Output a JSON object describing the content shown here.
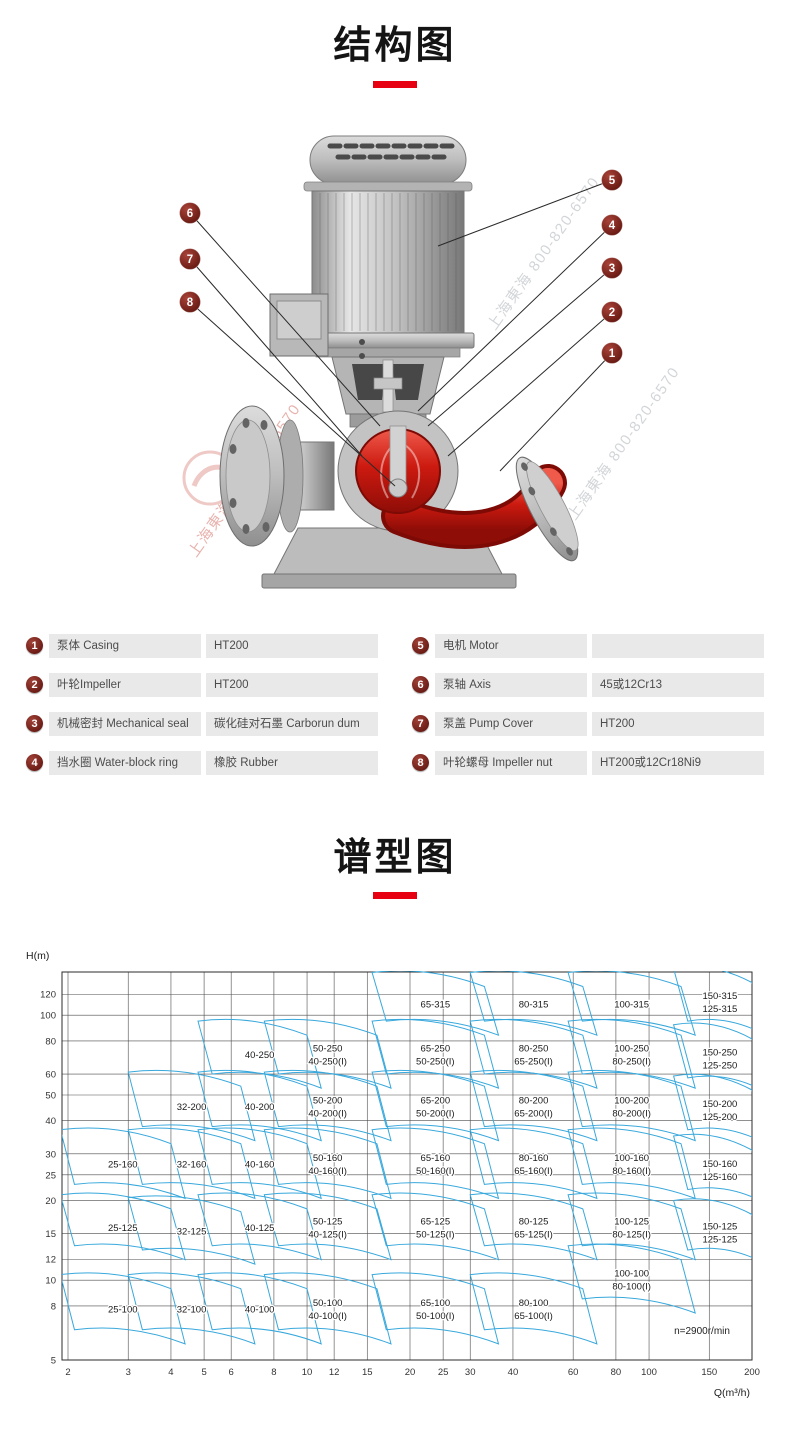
{
  "colors": {
    "accent_red": "#e60012",
    "chart_region_line": "#38a8dc",
    "pump_red": "#cc1a10",
    "badge_maroon": "#6b1610",
    "table_cell_bg": "#e9e9e9"
  },
  "structure_section": {
    "title": "结构图",
    "watermark": "上海東海 800-820-6570",
    "callouts": [
      "1",
      "2",
      "3",
      "4",
      "5",
      "6",
      "7",
      "8"
    ],
    "parts_left": [
      {
        "num": "1",
        "label": "泵体 Casing",
        "value": "HT200"
      },
      {
        "num": "2",
        "label": "叶轮Impeller",
        "value": "HT200"
      },
      {
        "num": "3",
        "label": "机械密封 Mechanical seal",
        "value": "碳化硅对石墨 Carborun dum"
      },
      {
        "num": "4",
        "label": "挡水圈 Water-block ring",
        "value": "橡胶 Rubber"
      }
    ],
    "parts_right": [
      {
        "num": "5",
        "label": "电机 Motor",
        "value": ""
      },
      {
        "num": "6",
        "label": "泵轴 Axis",
        "value": "45或12Cr13"
      },
      {
        "num": "7",
        "label": "泵盖 Pump Cover",
        "value": "HT200"
      },
      {
        "num": "8",
        "label": "叶轮螺母 Impeller nut",
        "value": "HT200或12Cr18Ni9"
      }
    ]
  },
  "chart_section": {
    "title": "谱型图"
  },
  "chart_data": {
    "type": "region-map pump family H-Q selection chart",
    "title": "谱型图",
    "xlabel": "Q(m³/h)",
    "ylabel": "H(m)",
    "x_scale": "log",
    "y_scale": "log",
    "xlim": [
      2,
      200
    ],
    "ylim": [
      5,
      145
    ],
    "x_ticks": [
      2,
      3,
      4,
      5,
      6,
      8,
      10,
      12,
      15,
      20,
      25,
      30,
      40,
      60,
      80,
      100,
      150,
      200
    ],
    "y_ticks": [
      5,
      8,
      10,
      12,
      15,
      20,
      25,
      30,
      40,
      50,
      60,
      80,
      100,
      120
    ],
    "annotation": "n=2900r/min",
    "grid": true,
    "regions": [
      {
        "labels": [
          "65-315"
        ],
        "q": [
          15.5,
          33
        ],
        "h": [
          95,
          145
        ]
      },
      {
        "labels": [
          "80-315"
        ],
        "q": [
          30,
          64
        ],
        "h": [
          95,
          145
        ]
      },
      {
        "labels": [
          "100-315"
        ],
        "q": [
          58,
          124
        ],
        "h": [
          95,
          145
        ]
      },
      {
        "labels": [
          "150-315",
          "125-315"
        ],
        "q": [
          118,
          200
        ],
        "h": [
          95,
          150
        ]
      },
      {
        "labels": [
          "40-250"
        ],
        "q": [
          4.8,
          10
        ],
        "h": [
          60,
          95
        ]
      },
      {
        "labels": [
          "50-250",
          "40-250(I)"
        ],
        "q": [
          7.5,
          16
        ],
        "h": [
          60,
          95
        ]
      },
      {
        "labels": [
          "65-250",
          "50-250(I)"
        ],
        "q": [
          15.5,
          33
        ],
        "h": [
          60,
          95
        ]
      },
      {
        "labels": [
          "80-250",
          "65-250(I)"
        ],
        "q": [
          30,
          64
        ],
        "h": [
          60,
          95
        ]
      },
      {
        "labels": [
          "100-250",
          "80-250(I)"
        ],
        "q": [
          58,
          124
        ],
        "h": [
          60,
          95
        ]
      },
      {
        "labels": [
          "150-250",
          "125-250"
        ],
        "q": [
          118,
          200
        ],
        "h": [
          58,
          92
        ]
      },
      {
        "labels": [
          "32-200"
        ],
        "q": [
          3,
          6.4
        ],
        "h": [
          38,
          61
        ]
      },
      {
        "labels": [
          "40-200"
        ],
        "q": [
          4.8,
          10
        ],
        "h": [
          38,
          61
        ]
      },
      {
        "labels": [
          "50-200",
          "40-200(I)"
        ],
        "q": [
          7.5,
          16
        ],
        "h": [
          38,
          61
        ]
      },
      {
        "labels": [
          "65-200",
          "50-200(I)"
        ],
        "q": [
          15.5,
          33
        ],
        "h": [
          38,
          61
        ]
      },
      {
        "labels": [
          "80-200",
          "65-200(I)"
        ],
        "q": [
          30,
          64
        ],
        "h": [
          38,
          61
        ]
      },
      {
        "labels": [
          "100-200",
          "80-200(I)"
        ],
        "q": [
          58,
          124
        ],
        "h": [
          38,
          61
        ]
      },
      {
        "labels": [
          "150-200",
          "125-200"
        ],
        "q": [
          118,
          200
        ],
        "h": [
          37,
          59
        ]
      },
      {
        "labels": [
          "25-160"
        ],
        "q": [
          1.9,
          4
        ],
        "h": [
          23,
          37
        ]
      },
      {
        "labels": [
          "32-160"
        ],
        "q": [
          3,
          6.4
        ],
        "h": [
          23,
          37
        ]
      },
      {
        "labels": [
          "40-160"
        ],
        "q": [
          4.8,
          10
        ],
        "h": [
          23,
          37
        ]
      },
      {
        "labels": [
          "50-160",
          "40-160(I)"
        ],
        "q": [
          7.5,
          16
        ],
        "h": [
          23,
          37
        ]
      },
      {
        "labels": [
          "65-160",
          "50-160(I)"
        ],
        "q": [
          15.5,
          33
        ],
        "h": [
          23,
          37
        ]
      },
      {
        "labels": [
          "80-160",
          "65-160(I)"
        ],
        "q": [
          30,
          64
        ],
        "h": [
          23,
          37
        ]
      },
      {
        "labels": [
          "100-160",
          "80-160(I)"
        ],
        "q": [
          58,
          124
        ],
        "h": [
          23,
          37
        ]
      },
      {
        "labels": [
          "150-160",
          "125-160"
        ],
        "q": [
          118,
          200
        ],
        "h": [
          22,
          35
        ]
      },
      {
        "labels": [
          "25-125"
        ],
        "q": [
          1.9,
          4
        ],
        "h": [
          13.5,
          21
        ]
      },
      {
        "labels": [
          "32-125"
        ],
        "q": [
          3,
          6.4
        ],
        "h": [
          13,
          20.5
        ]
      },
      {
        "labels": [
          "40-125"
        ],
        "q": [
          4.8,
          10
        ],
        "h": [
          13.5,
          21
        ]
      },
      {
        "labels": [
          "50-125",
          "40-125(I)"
        ],
        "q": [
          7.5,
          16
        ],
        "h": [
          13.5,
          21
        ]
      },
      {
        "labels": [
          "65-125",
          "50-125(I)"
        ],
        "q": [
          15.5,
          33
        ],
        "h": [
          13.5,
          21
        ]
      },
      {
        "labels": [
          "80-125",
          "65-125(I)"
        ],
        "q": [
          30,
          64
        ],
        "h": [
          13.5,
          21
        ]
      },
      {
        "labels": [
          "100-125",
          "80-125(I)"
        ],
        "q": [
          58,
          124
        ],
        "h": [
          13.5,
          21
        ]
      },
      {
        "labels": [
          "150-125",
          "125-125"
        ],
        "q": [
          118,
          200
        ],
        "h": [
          13,
          20
        ]
      },
      {
        "labels": [
          "25-100"
        ],
        "q": [
          1.9,
          4
        ],
        "h": [
          6.5,
          10.5
        ]
      },
      {
        "labels": [
          "32-100"
        ],
        "q": [
          3,
          6.4
        ],
        "h": [
          6.5,
          10.5
        ]
      },
      {
        "labels": [
          "40-100"
        ],
        "q": [
          4.8,
          10
        ],
        "h": [
          6.5,
          10.5
        ]
      },
      {
        "labels": [
          "50-100",
          "40-100(I)"
        ],
        "q": [
          7.5,
          16
        ],
        "h": [
          6.5,
          10.5
        ]
      },
      {
        "labels": [
          "65-100",
          "50-100(I)"
        ],
        "q": [
          15.5,
          33
        ],
        "h": [
          6.5,
          10.5
        ]
      },
      {
        "labels": [
          "80-100",
          "65-100(I)"
        ],
        "q": [
          30,
          64
        ],
        "h": [
          6.5,
          10.5
        ]
      },
      {
        "labels": [
          "100-100",
          "80-100(I)"
        ],
        "q": [
          58,
          124
        ],
        "h": [
          8.5,
          13.5
        ]
      }
    ]
  }
}
